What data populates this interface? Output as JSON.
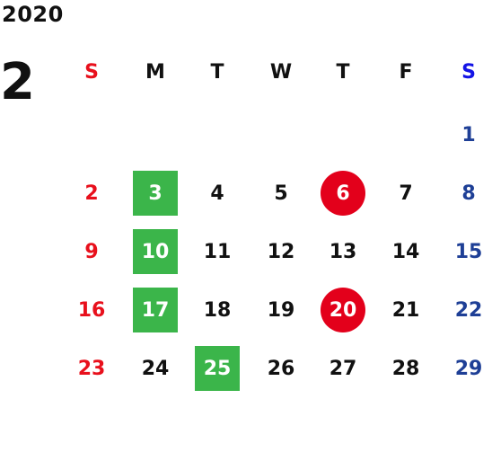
{
  "year": "2020",
  "month": "2",
  "weekdays": [
    "S",
    "M",
    "T",
    "W",
    "T",
    "F",
    "S"
  ],
  "weeks": [
    [
      "",
      "",
      "",
      "",
      "",
      "",
      "1"
    ],
    [
      "2",
      "3",
      "4",
      "5",
      "6",
      "7",
      "8"
    ],
    [
      "9",
      "10",
      "11",
      "12",
      "13",
      "14",
      "15"
    ],
    [
      "16",
      "17",
      "18",
      "19",
      "20",
      "21",
      "22"
    ],
    [
      "23",
      "24",
      "25",
      "26",
      "27",
      "28",
      "29"
    ]
  ],
  "highlights": {
    "green_square": [
      "3",
      "10",
      "17",
      "25"
    ],
    "red_circle": [
      "6",
      "20"
    ]
  },
  "colors": {
    "sunday": "#e8101c",
    "saturday": "#1e3f96",
    "saturday_header": "#1414e6",
    "green": "#3bb54a",
    "red": "#e3001b",
    "text": "#111111"
  }
}
